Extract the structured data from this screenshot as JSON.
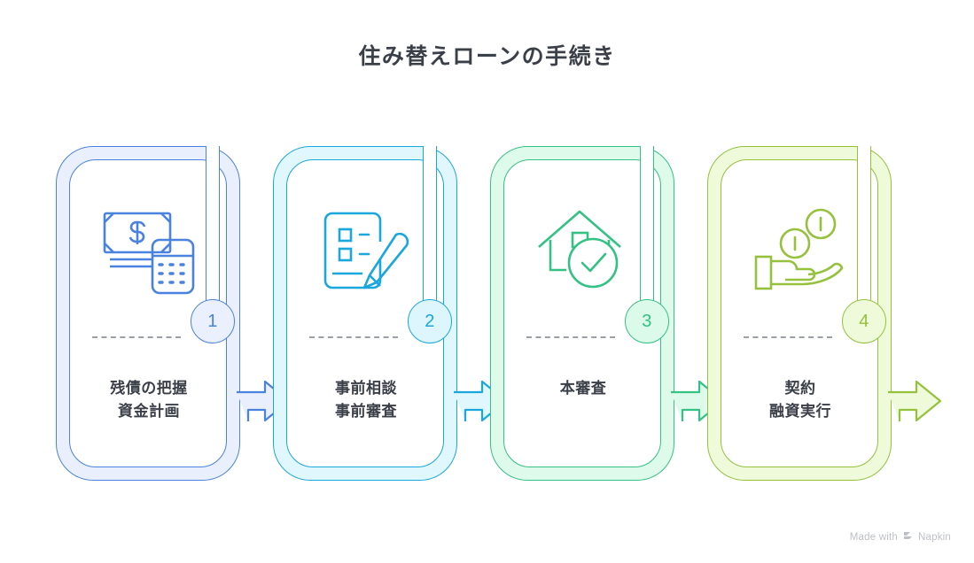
{
  "title": "住み替えローンの手続き",
  "watermark": {
    "text_before": "Made with",
    "brand": "Napkin",
    "mark_icon": "napkin-chevrons-icon"
  },
  "steps": [
    {
      "number": "1",
      "label_lines": [
        "残債の把握",
        "資金計画"
      ],
      "label": "残債の把握\n資金計画",
      "icon": "banknote-calculator-icon",
      "colors": {
        "stroke": "#4a82e0",
        "band_fill": "#e9effc",
        "badge_fill": "#eaf0fd",
        "arrow_fill": "#e9effc"
      }
    },
    {
      "number": "2",
      "label_lines": [
        "事前相談",
        "事前審査"
      ],
      "label": "事前相談\n事前審査",
      "icon": "checklist-pencil-icon",
      "colors": {
        "stroke": "#1aa7dd",
        "band_fill": "#e0f7fd",
        "badge_fill": "#ddf5fd",
        "arrow_fill": "#e0f7fd"
      }
    },
    {
      "number": "3",
      "label_lines": [
        "本審査"
      ],
      "label": "本審査",
      "icon": "house-check-icon",
      "colors": {
        "stroke": "#34c184",
        "band_fill": "#ddfaea",
        "badge_fill": "#dcfaea",
        "arrow_fill": "#ddfaea"
      }
    },
    {
      "number": "4",
      "label_lines": [
        "契約",
        "融資実行"
      ],
      "label": "契約\n融資実行",
      "icon": "hand-coins-icon",
      "colors": {
        "stroke": "#95c13d",
        "band_fill": "#eefada",
        "badge_fill": "#eefad9",
        "arrow_fill": "#eefada"
      }
    }
  ],
  "diagram_data": {
    "type": "process-flow",
    "orientation": "horizontal",
    "step_count": 4,
    "connector": "block-arrow",
    "background": "#ffffff",
    "title_color": "#3b4048"
  }
}
